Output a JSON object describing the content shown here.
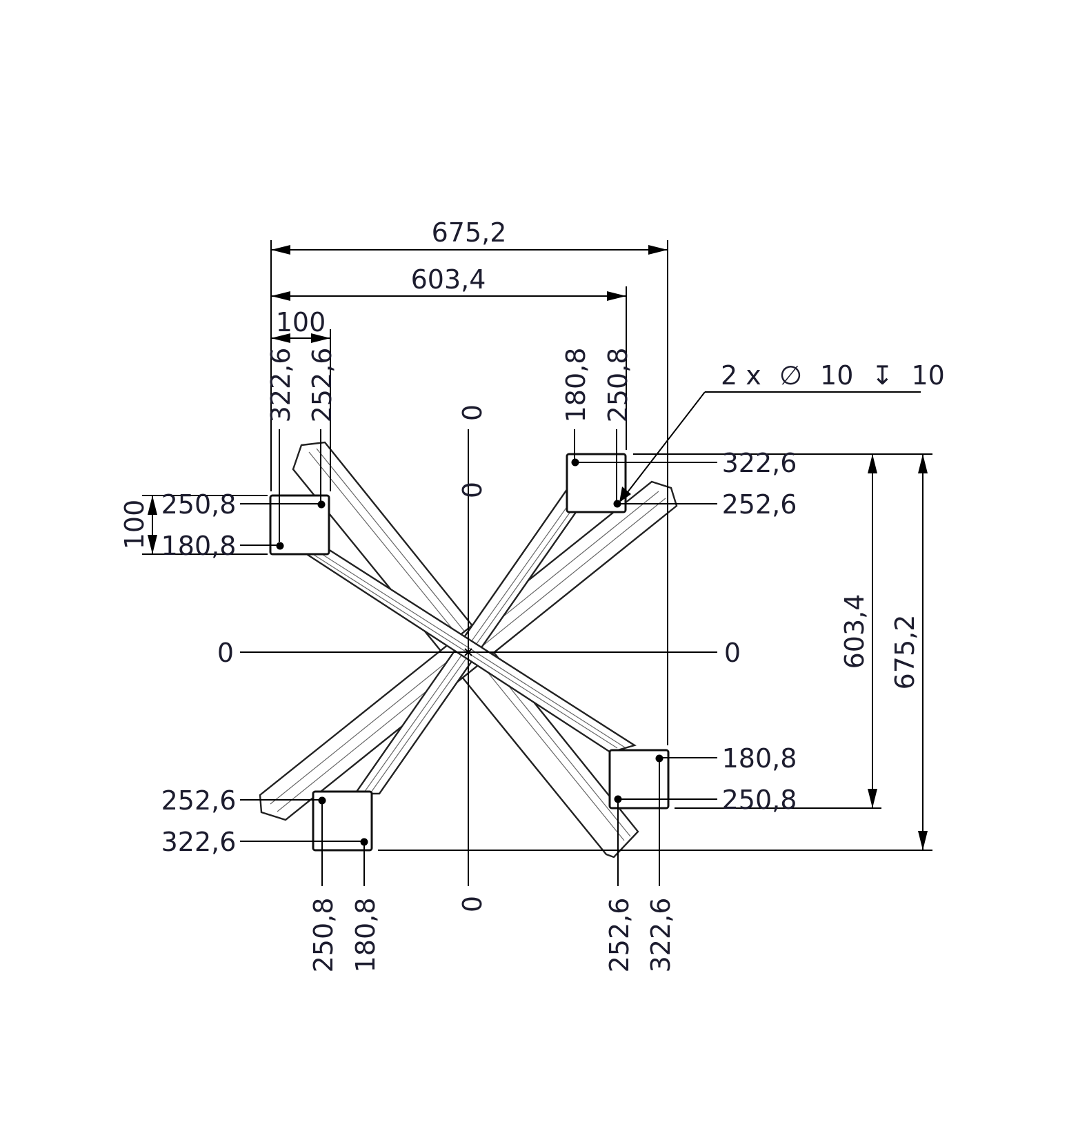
{
  "dimensions": {
    "overall_width": "675,2",
    "plate_span_width": "603,4",
    "plate_width": "100",
    "overall_height": "675,2",
    "plate_span_height": "603,4",
    "plate_height": "100"
  },
  "hole_note": {
    "count": "2 x",
    "diameter_symbol": "∅",
    "diameter": "10",
    "depth_symbol": "↧",
    "depth": "10"
  },
  "axes": {
    "top_zero": "0",
    "upper_zero": "0",
    "bottom_zero": "0",
    "left_zero": "0",
    "right_zero": "0"
  },
  "ordinates": {
    "top_left_x_a": "322,6",
    "top_left_x_b": "252,6",
    "top_left_y_a": "250,8",
    "top_left_y_b": "180,8",
    "top_right_x_a": "180,8",
    "top_right_x_b": "250,8",
    "top_right_y_a": "322,6",
    "top_right_y_b": "252,6",
    "bottom_left_y_a": "252,6",
    "bottom_left_y_b": "322,6",
    "bottom_left_x_a": "250,8",
    "bottom_left_x_b": "180,8",
    "bottom_right_y_a": "180,8",
    "bottom_right_y_b": "250,8",
    "bottom_right_x_a": "252,6",
    "bottom_right_x_b": "322,6"
  }
}
